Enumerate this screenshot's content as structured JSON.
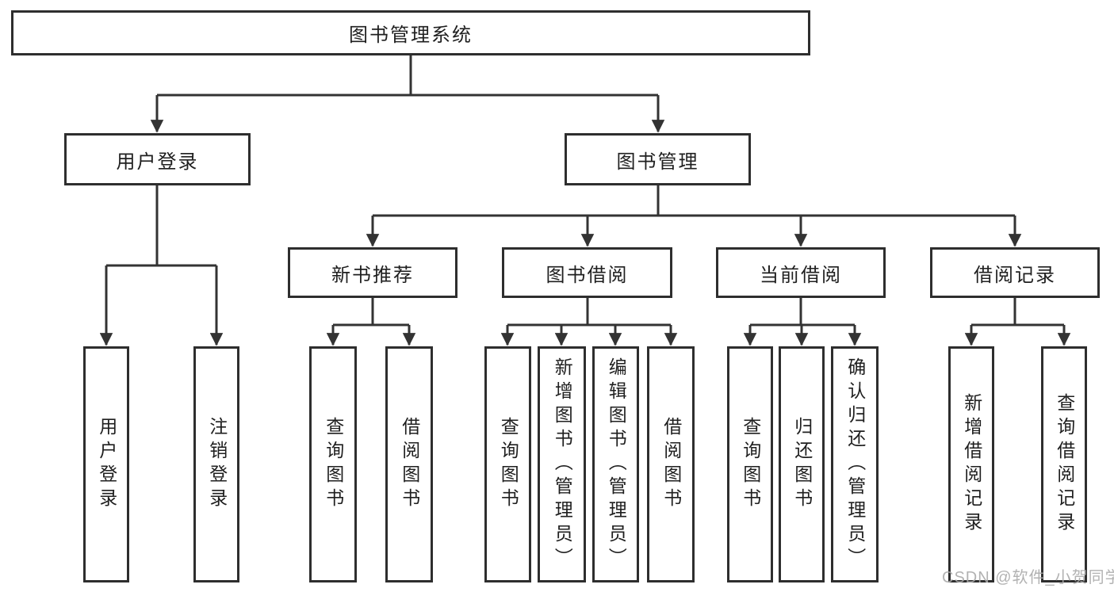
{
  "tree": {
    "root": {
      "label": "图书管理系统"
    },
    "branches": [
      {
        "label": "用户登录",
        "children": [
          {
            "label": "用户登录"
          },
          {
            "label": "注销登录"
          }
        ]
      },
      {
        "label": "图书管理",
        "children": [
          {
            "label": "新书推荐",
            "children": [
              {
                "label": "查询图书"
              },
              {
                "label": "借阅图书"
              }
            ]
          },
          {
            "label": "图书借阅",
            "children": [
              {
                "label": "查询图书"
              },
              {
                "label": "新增图书（管理员）"
              },
              {
                "label": "编辑图书（管理员）"
              },
              {
                "label": "借阅图书"
              }
            ]
          },
          {
            "label": "当前借阅",
            "children": [
              {
                "label": "查询图书"
              },
              {
                "label": "归还图书"
              },
              {
                "label": "确认归还（管理员）"
              }
            ]
          },
          {
            "label": "借阅记录",
            "children": [
              {
                "label": "新增借阅记录"
              },
              {
                "label": "查询借阅记录"
              }
            ]
          }
        ]
      }
    ]
  },
  "watermark": {
    "text": "CSDN @软件_小贺同学"
  },
  "colors": {
    "line": "#333333",
    "box_border": "#2e2e2e",
    "text": "#1f1f1f",
    "watermark": "#aaaaaa",
    "background": "#ffffff"
  }
}
